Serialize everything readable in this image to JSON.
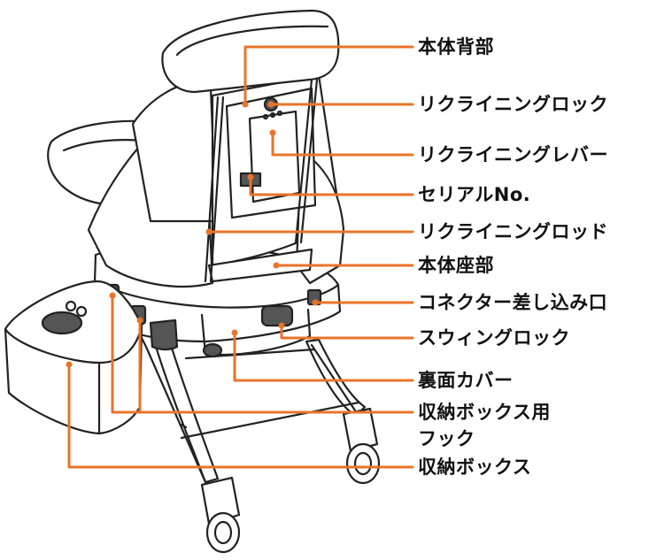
{
  "colors": {
    "leader": "#e8742a",
    "outline": "#222222",
    "seat_fill": "#ffffff",
    "dark_part": "#555555",
    "text": "#111111"
  },
  "parts": [
    {
      "key": "backrest",
      "label": "本体背部"
    },
    {
      "key": "recline_lock",
      "label": "リクライニングロック"
    },
    {
      "key": "recline_lever",
      "label": "リクライニングレバー"
    },
    {
      "key": "serial_no",
      "label": "セリアルNo."
    },
    {
      "key": "recline_rod",
      "label": "リクライニングロッド"
    },
    {
      "key": "seat",
      "label": "本体座部"
    },
    {
      "key": "connector",
      "label": "コネクター差し込み口"
    },
    {
      "key": "swing_lock",
      "label": "スウィングロック"
    },
    {
      "key": "bottom_cover",
      "label": "裏面カバー"
    },
    {
      "key": "box_hook_line1",
      "label": "収納ボックス用"
    },
    {
      "key": "box_hook_line2",
      "label": "フック"
    },
    {
      "key": "storage_box",
      "label": "収納ボックス"
    }
  ]
}
